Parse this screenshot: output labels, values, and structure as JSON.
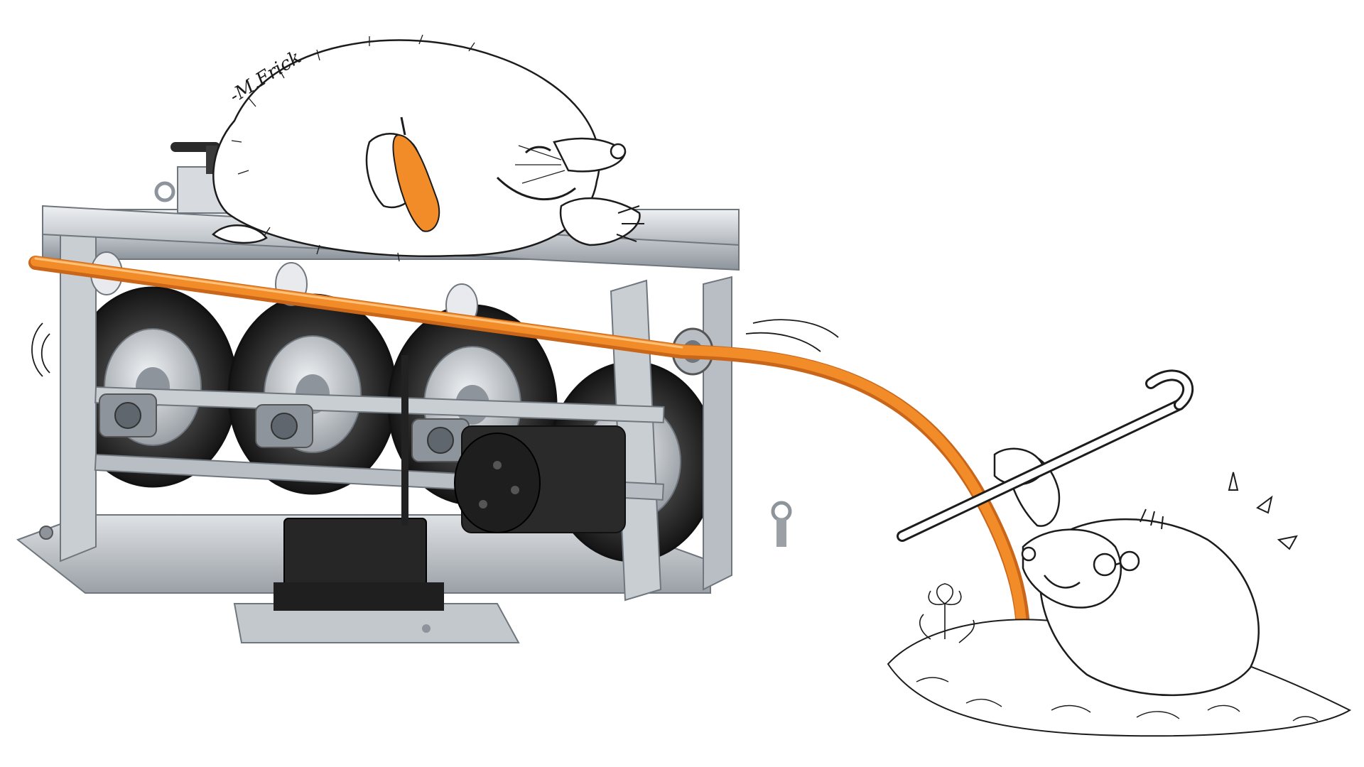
{
  "illustration": {
    "signature": "-M.Frick",
    "palette": {
      "background": "#ffffff",
      "cable": "#f28c28",
      "cable_dark": "#c9661a",
      "frame": "#b9bec4",
      "frame_dark": "#6f767d",
      "frame_light": "#e4e7ea",
      "tire": "#2b2b2b",
      "tire_dark": "#161616",
      "hub": "#c9ced3",
      "motor": "#262626",
      "sketch_line": "#1c1c1c",
      "sketch_fill": "#ffffff"
    },
    "elements": {
      "machine": "cable-pulling-machine-with-four-tires",
      "cable": "orange-cable",
      "mole_top": "smiling-mole-lying-on-machine-holding-cable",
      "mole_bottom": "mole-with-glasses-in-dirt-holding-crowbar",
      "dirt": "dirt-mound-with-flowers"
    }
  }
}
